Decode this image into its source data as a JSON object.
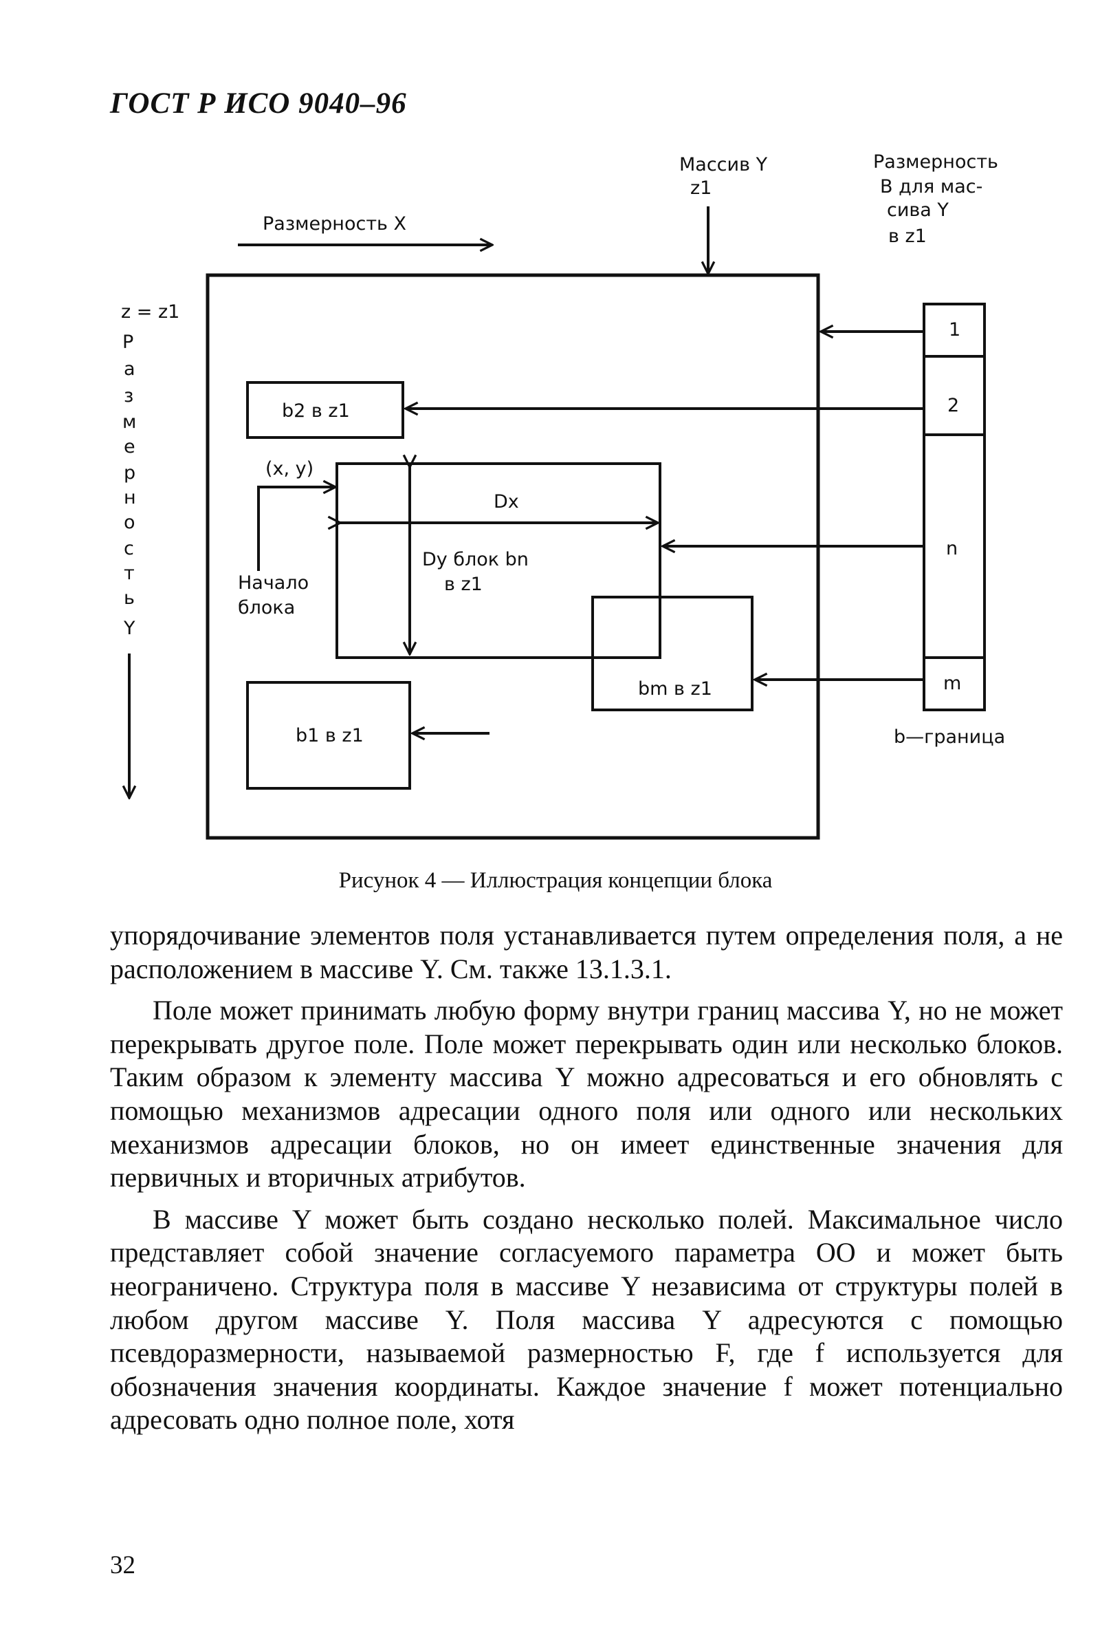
{
  "header": {
    "doc_id": "ГОСТ Р ИСО 9040–96"
  },
  "figure": {
    "label_array_y": [
      "Массив Y",
      "z1"
    ],
    "label_dim_x": "Размерность X",
    "label_dim_b": [
      "Размерность",
      "В для мас-",
      "сива Y",
      "в z1"
    ],
    "label_z": "z = z1",
    "vertical_dim_y": [
      "Р",
      "а",
      "з",
      "м",
      "е",
      "р",
      "н",
      "о",
      "с",
      "т",
      "ь",
      "",
      "Y"
    ],
    "block_b2": "b2 в z1",
    "label_xy": "(x, y)",
    "label_dx": "Dx",
    "label_dy": [
      "Dy блок bn",
      "в z1"
    ],
    "label_start": [
      "Начало",
      "блока"
    ],
    "block_bm": "bm в z1",
    "block_b1": "b1 в z1",
    "cells": [
      "1",
      "2",
      "n",
      "m"
    ],
    "label_boundary": "b—граница"
  },
  "caption": "Рисунок 4 — Иллюстрация концепции блока",
  "paragraphs": [
    "упорядочивание элементов поля устанавливается путем определения поля, а не расположением в массиве Y. См. также 13.1.3.1.",
    "Поле может принимать любую форму внутри границ массива Y, но не может перекрывать другое поле. Поле может перекрывать один или несколько блоков. Таким образом к элементу массива Y можно адресоваться и его обновлять с помощью механизмов адресации одного поля или одного или нескольких механизмов адресации блоков, но он имеет единственные значения для первичных и вторичных атрибутов.",
    "В массиве Y может быть создано несколько полей. Максимальное число представляет собой значение согласуемого параметра ОО и может быть неограничено. Структура поля в массиве Y независима от структуры полей в любом другом массиве Y. Поля массива Y адресуются с помощью псевдоразмерности, называемой размерностью F, где f используется для обозначения значения координаты. Каждое значение f может потенциально адресовать одно полное поле, хотя"
  ],
  "page_number": "32"
}
